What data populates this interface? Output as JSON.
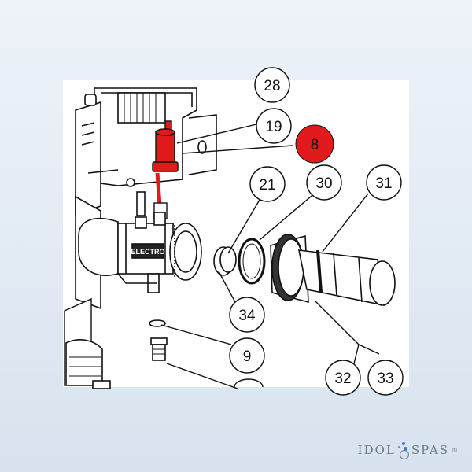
{
  "diagram": {
    "callouts": [
      {
        "id": "28",
        "label": "28"
      },
      {
        "id": "19",
        "label": "19"
      },
      {
        "id": "8",
        "label": "8",
        "highlighted": true
      },
      {
        "id": "21",
        "label": "21"
      },
      {
        "id": "30",
        "label": "30"
      },
      {
        "id": "31",
        "label": "31"
      },
      {
        "id": "34",
        "label": "34"
      },
      {
        "id": "9",
        "label": "9"
      },
      {
        "id": "32",
        "label": "32"
      },
      {
        "id": "33",
        "label": "33"
      }
    ],
    "part_label": "ELECTRO",
    "highlight_color": "#e11b1b",
    "line_color": "#111111"
  },
  "brand": {
    "name_left": "IDOL",
    "name_right": "SPAS",
    "trademark": "®",
    "accent_color": "#3b7bc8"
  }
}
